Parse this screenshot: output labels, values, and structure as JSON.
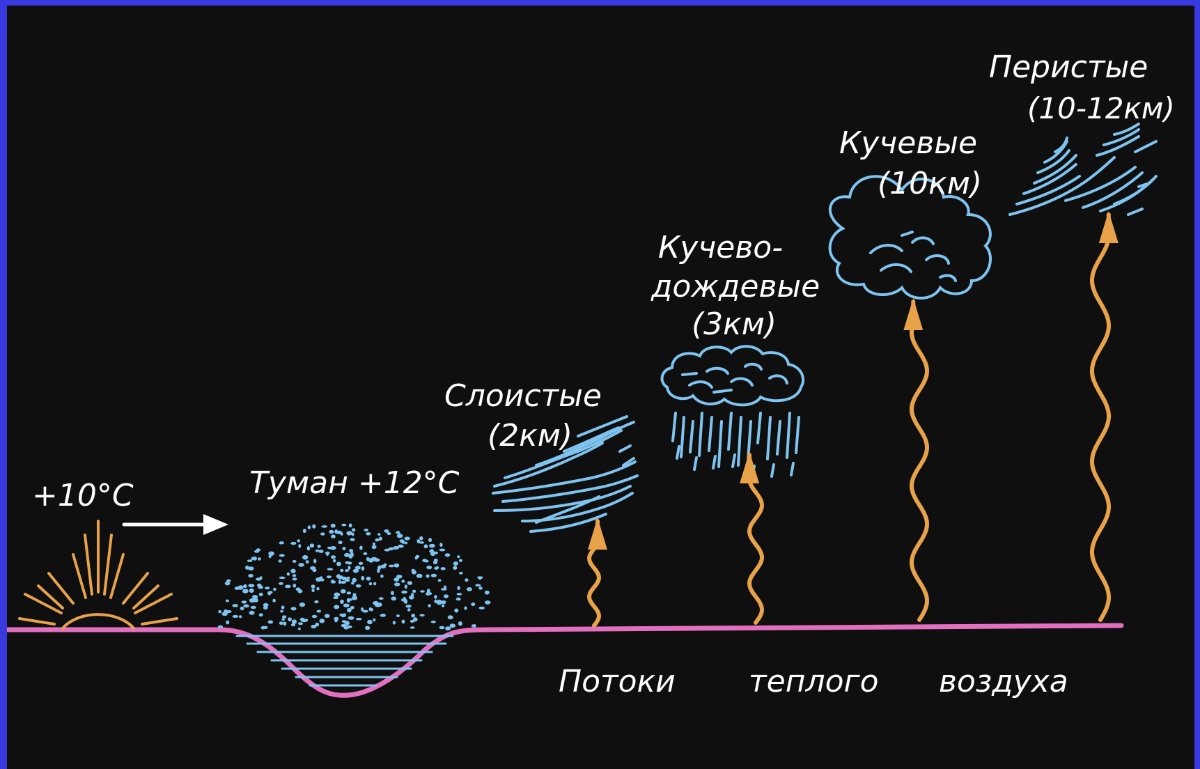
{
  "labels": {
    "temp_left": "+10°C",
    "fog": "Туман +12°C",
    "stratus_name": "Слоистые",
    "stratus_alt": "(2км)",
    "cumulonimbus_name_1": "Кучево-",
    "cumulonimbus_name_2": "дождевые",
    "cumulonimbus_alt": "(3км)",
    "cumulus_name": "Кучевые",
    "cumulus_alt": "(10км)",
    "cirrus_name": "Перистые",
    "cirrus_alt": "(10-12км)",
    "flows_1": "Потоки",
    "flows_2": "теплого",
    "flows_3": "воздуха"
  },
  "colors": {
    "frame_border": "#3939e0",
    "background": "#0f0f0f",
    "ground_line": "#e26fc0",
    "sun": "#e8a34a",
    "arrow_warm_air": "#e8a34a",
    "cloud": "#7fc4f0",
    "fog_dots": "#7fc4f0",
    "water": "#7fc4f0",
    "text": "#ffffff"
  },
  "icons": {
    "sun": "sun-rising-icon",
    "wind": "right-arrow-icon",
    "fog": "fog-dots-icon",
    "stratus": "stratus-cloud-icon",
    "cumulonimbus": "rain-cloud-icon",
    "cumulus": "cumulus-cloud-icon",
    "cirrus": "cirrus-cloud-icon"
  }
}
